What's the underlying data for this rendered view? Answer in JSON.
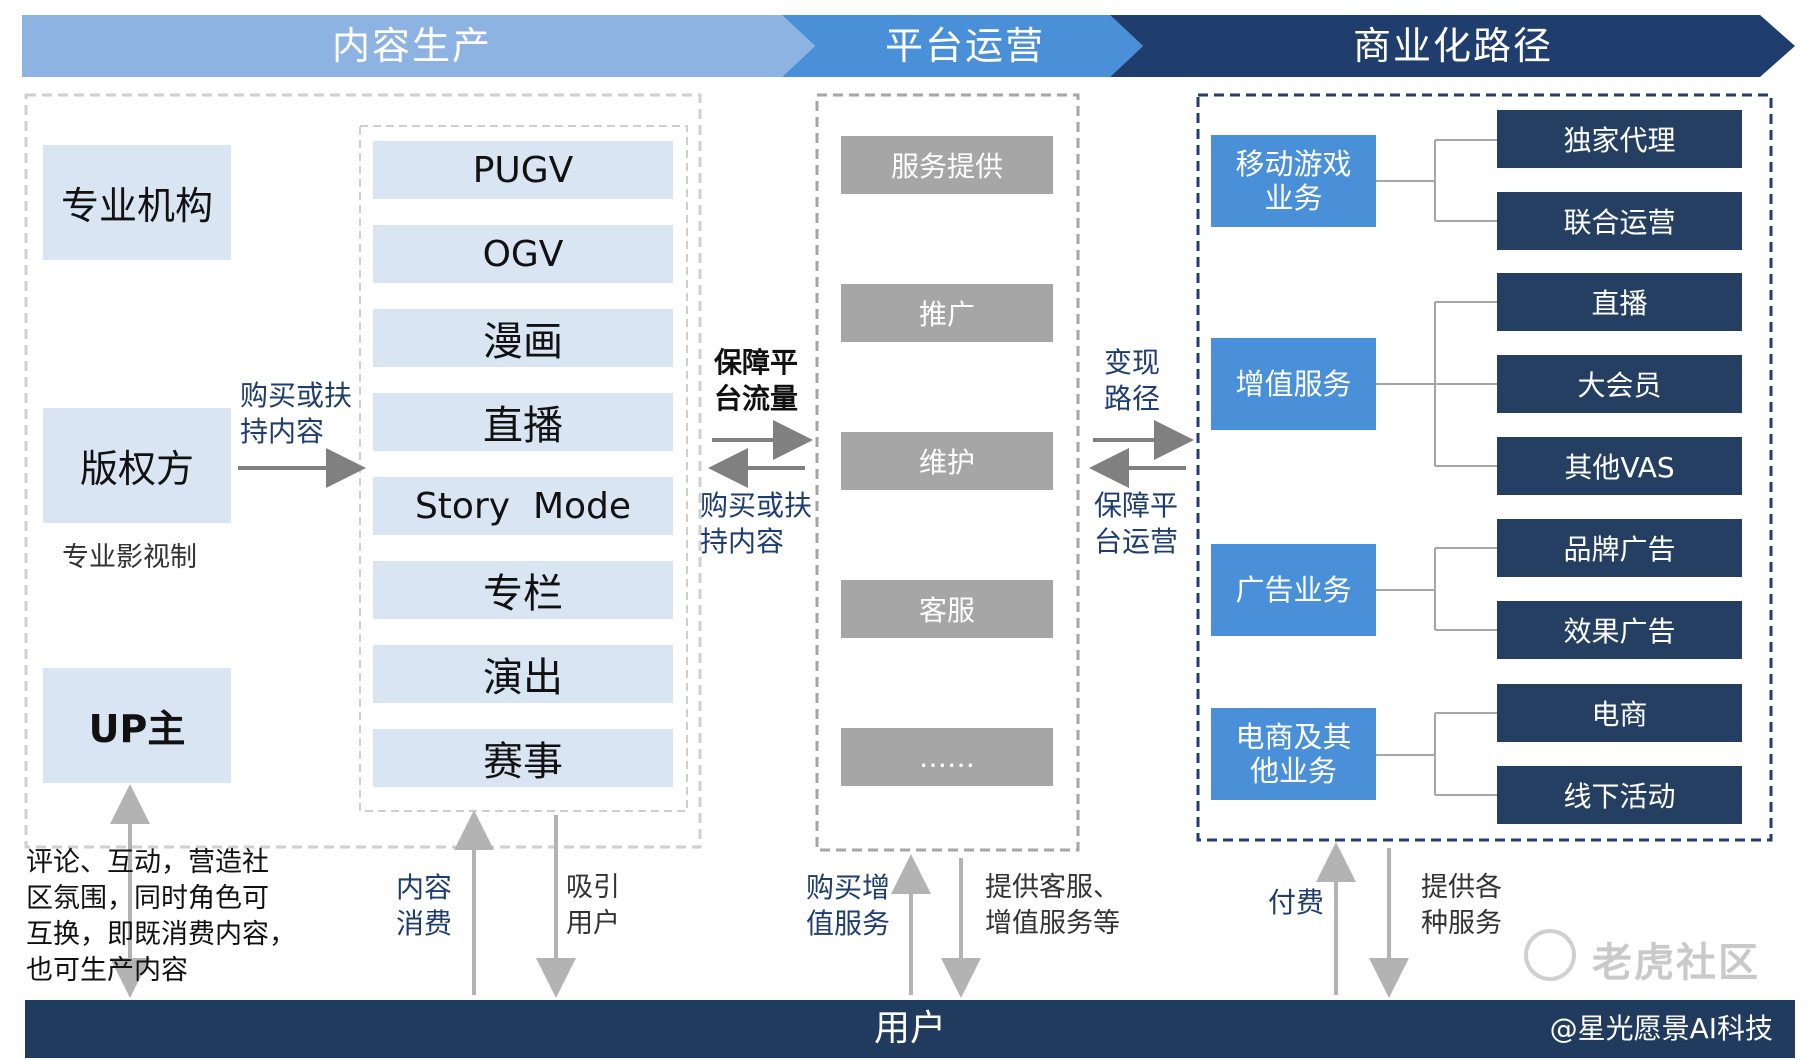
{
  "header": {
    "stages": [
      "内容生产",
      "平台运营",
      "商业化路径"
    ]
  },
  "content_production": {
    "sources": [
      "专业机构",
      "版权方",
      "UP主"
    ],
    "source_note": "专业影视制",
    "arrow_label": "购买或扶\n持内容",
    "content_types": [
      "PUGV",
      "OGV",
      "漫画",
      "直播",
      "Story  Mode",
      "专栏",
      "演出",
      "赛事"
    ]
  },
  "platform_ops": {
    "services": [
      "服务提供",
      "推广",
      "维护",
      "客服",
      "……"
    ],
    "left_top_label": "保障平\n台流量",
    "left_bottom_label": "购买或扶\n持内容",
    "right_top_label": "变现\n路径",
    "right_bottom_label": "保障平\n台运营"
  },
  "commercialization": {
    "businesses": [
      {
        "name": "移动游戏\n业务",
        "children": [
          "独家代理",
          "联合运营"
        ]
      },
      {
        "name": "增值服务",
        "children": [
          "直播",
          "大会员",
          "其他VAS"
        ]
      },
      {
        "name": "广告业务",
        "children": [
          "品牌广告",
          "效果广告"
        ]
      },
      {
        "name": "电商及其\n他业务",
        "children": [
          "电商",
          "线下活动"
        ]
      }
    ]
  },
  "bottom_labels": {
    "community_line1": "评论、互动，营造社",
    "community_line2": "区氛围，同时角色可",
    "community_line3": "互换，即既消费内容，",
    "community_line4": "也可生产内容",
    "consume": "内容\n消费",
    "attract": "吸引\n用户",
    "buy_vas": "购买增\n值服务",
    "provide_cs": "提供客服、\n增值服务等",
    "pay": "付费",
    "provide_services": "提供各\n种服务"
  },
  "footer": {
    "user": "用户",
    "credit": "@星光愿景AI科技",
    "watermark": "老虎社区"
  },
  "colors": {
    "chevron1": "#8db3e2",
    "chevron2": "#4a90d9",
    "chevron3": "#1f3e6e",
    "light_box": "#dae5f4",
    "service_box": "#a6a6a6",
    "biz_box": "#4a90d9",
    "leaf_box": "#253f63"
  }
}
